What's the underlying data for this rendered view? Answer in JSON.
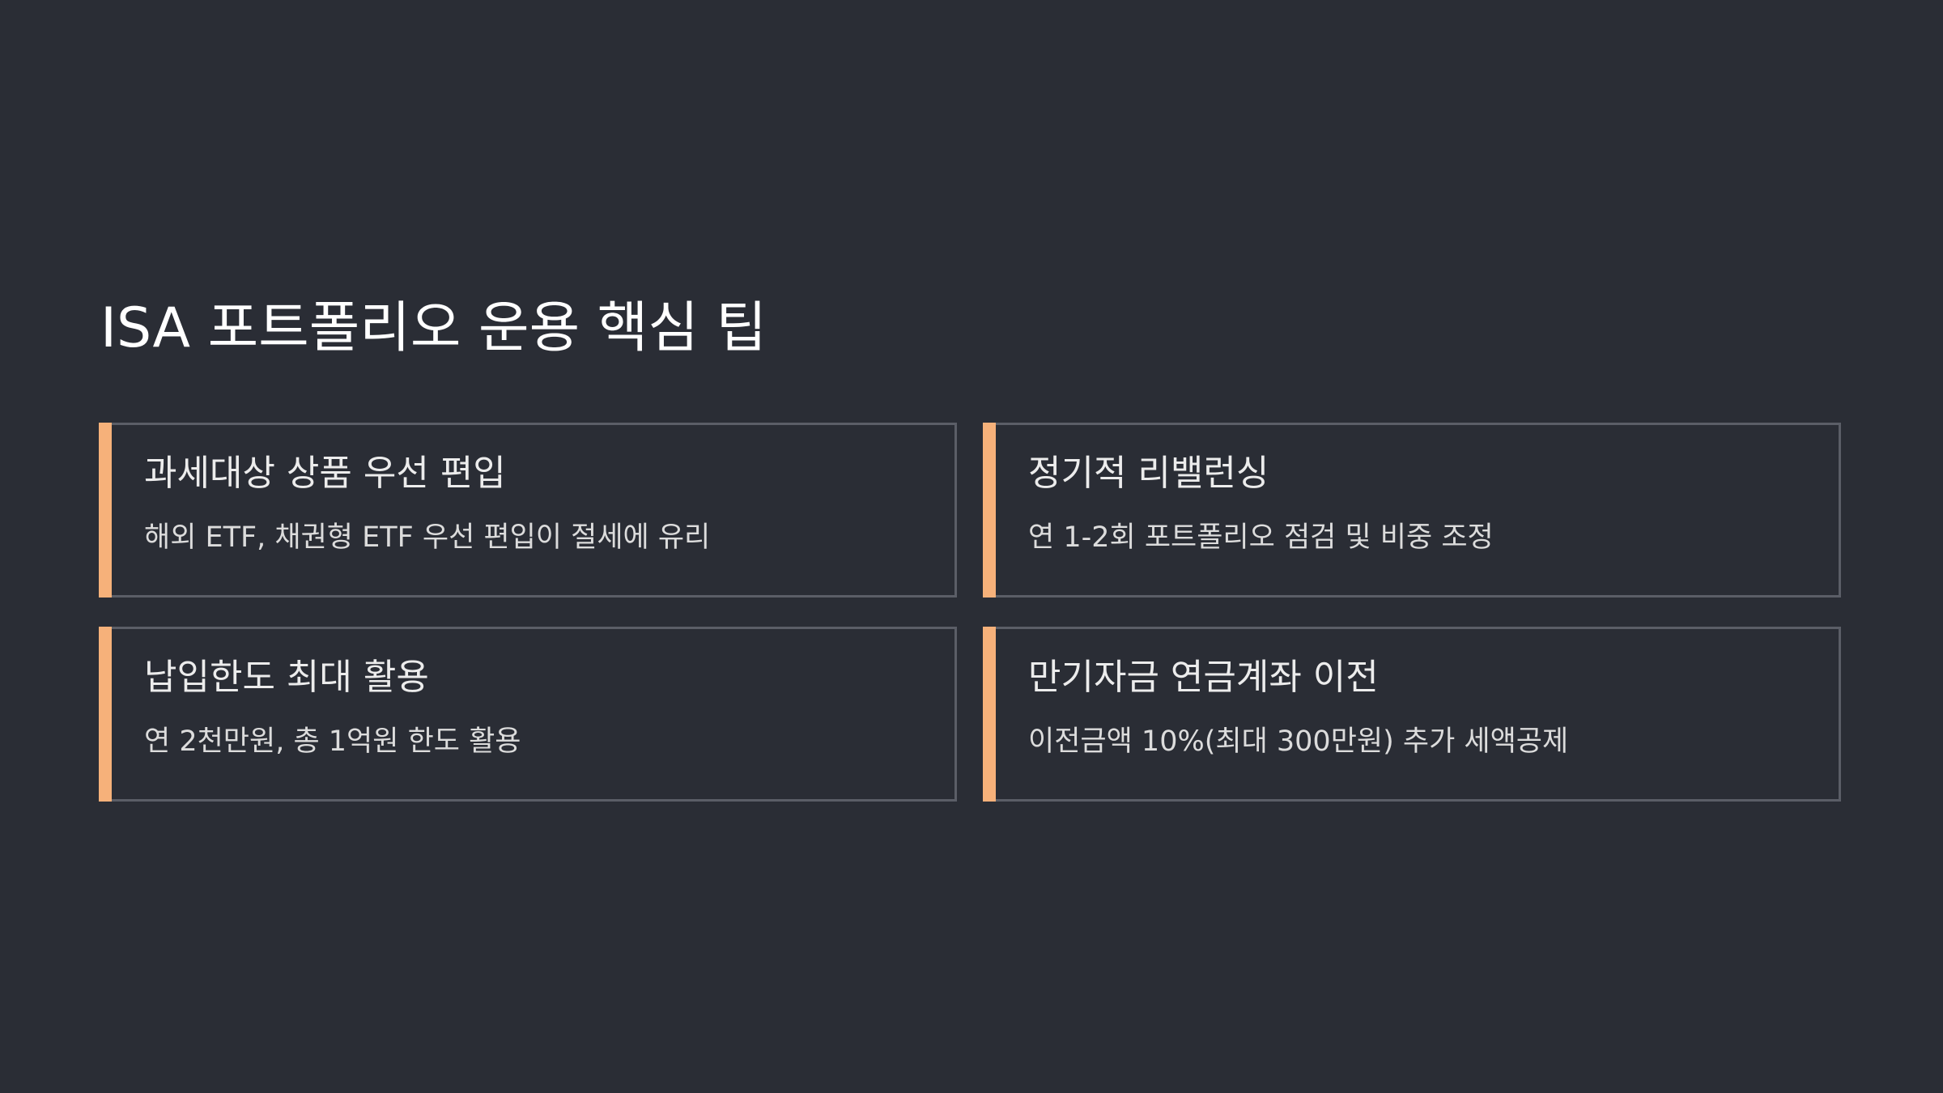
{
  "title": "ISA 포트폴리오 운용 핵심 팁",
  "accent_color": "#f6b17a",
  "background_color": "#2a2d35",
  "border_color": "#5b5e67",
  "cards": [
    {
      "heading": "과세대상 상품 우선 편입",
      "description": "해외 ETF, 채권형 ETF 우선 편입이 절세에 유리"
    },
    {
      "heading": "정기적 리밸런싱",
      "description": "연 1-2회 포트폴리오 점검 및 비중 조정"
    },
    {
      "heading": "납입한도 최대 활용",
      "description": "연 2천만원, 총 1억원 한도 활용"
    },
    {
      "heading": "만기자금 연금계좌 이전",
      "description": "이전금액 10%(최대 300만원) 추가 세액공제"
    }
  ]
}
